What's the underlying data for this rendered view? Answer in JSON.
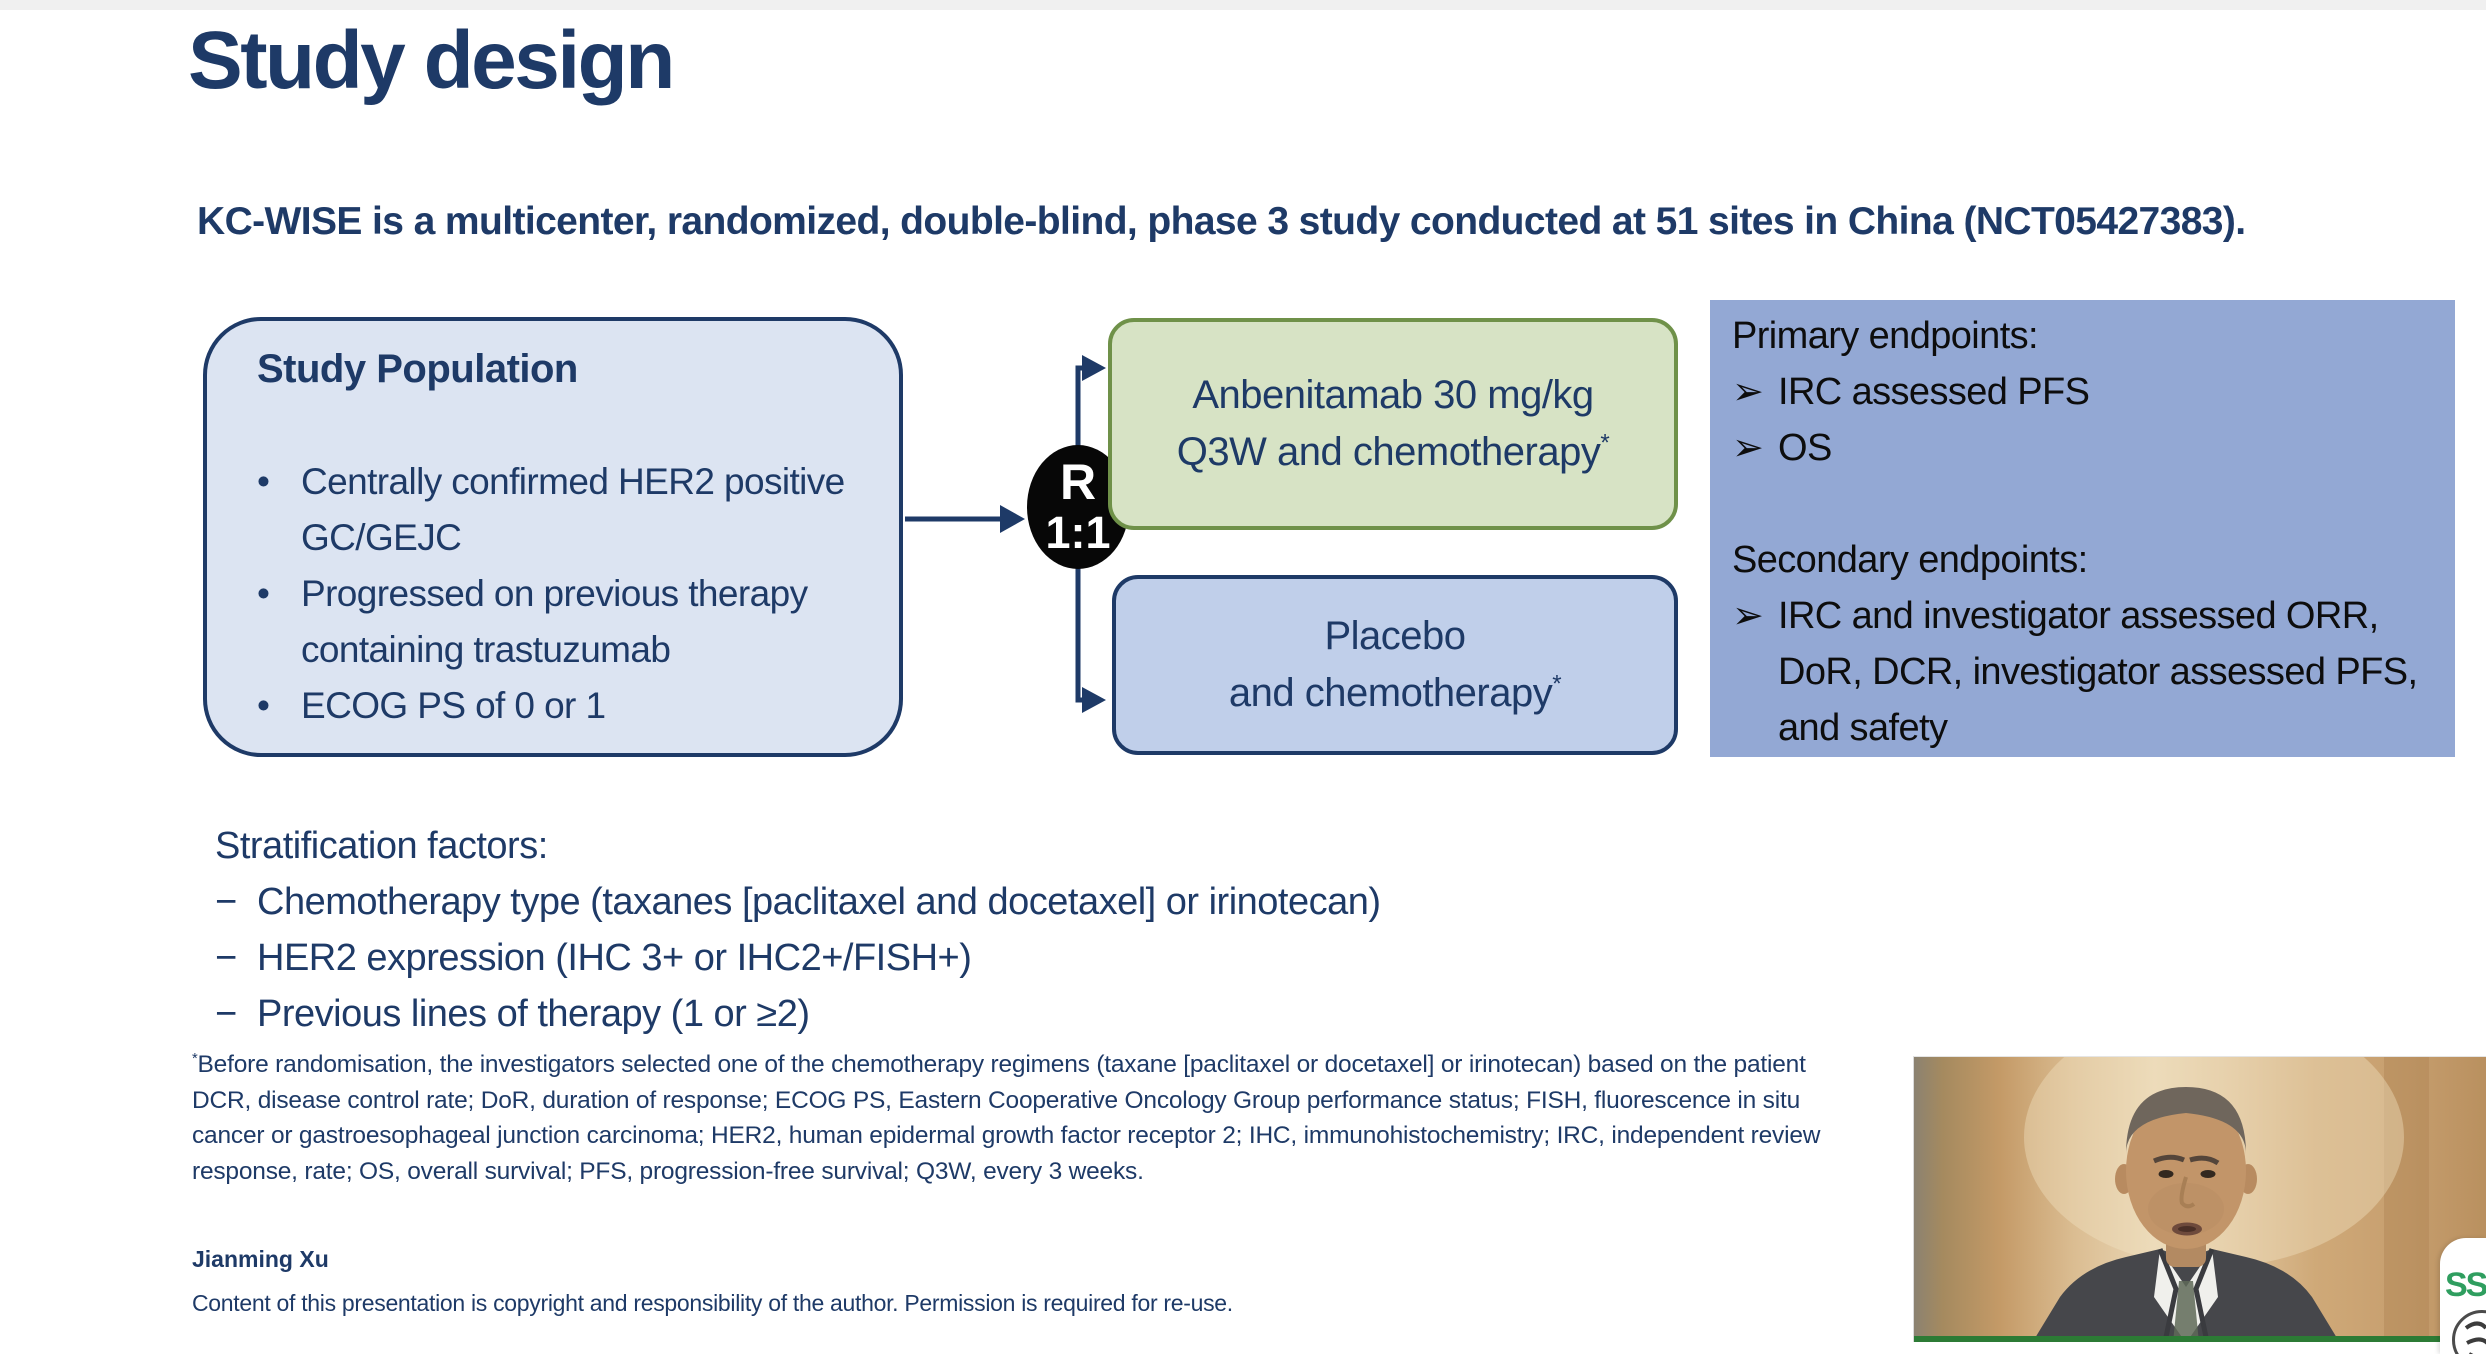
{
  "colors": {
    "navy_text": "#1e3a67",
    "population_box_fill": "#dce4f2",
    "experimental_arm_fill": "#d7e3c5",
    "experimental_arm_border": "#6f9149",
    "control_arm_fill": "#c0cfea",
    "endpoints_panel_fill": "#93a8d4",
    "randomization_circle": "#070707",
    "webcam_bottom_border_green": "#2c7b35",
    "side_widget_text_green": "#2f9e5f"
  },
  "slide": {
    "title": "Study design",
    "subtitle": "KC-WISE is a multicenter, randomized, double-blind, phase 3 study conducted at 51 sites in China (NCT05427383).",
    "study_population": {
      "heading": "Study Population",
      "bullet_glyph": "•",
      "bullets": [
        "Centrally confirmed HER2 positive GC/GEJC",
        "Progressed on previous therapy containing trastuzumab",
        "ECOG PS of 0 or 1"
      ]
    },
    "randomization": {
      "r": "R",
      "ratio": "1:1"
    },
    "arms": {
      "experimental": {
        "line1": "Anbenitamab 30 mg/kg",
        "line2": "Q3W and chemotherapy",
        "marker": "*"
      },
      "control": {
        "line1": "Placebo",
        "line2": "and chemotherapy",
        "marker": "*"
      }
    },
    "endpoints": {
      "bullet_glyph": "➢",
      "primary_heading": "Primary endpoints:",
      "primary": [
        "IRC assessed PFS",
        "OS"
      ],
      "secondary_heading": "Secondary endpoints:",
      "secondary": [
        "IRC and investigator assessed ORR, DoR, DCR, investigator assessed PFS, and safety"
      ]
    },
    "stratification": {
      "heading": "Stratification factors:",
      "dash_glyph": "−",
      "items": [
        "Chemotherapy type (taxanes [paclitaxel and docetaxel] or irinotecan)",
        "HER2 expression (IHC 3+ or IHC2+/FISH+)",
        "Previous lines of therapy (1 or ≥2)"
      ]
    },
    "footnote": {
      "marker": "*",
      "line1": "Before randomisation, the investigators selected one of the chemotherapy regimens (taxane [paclitaxel or docetaxel] or irinotecan) based on the patient",
      "line2": "DCR, disease control rate; DoR, duration of response; ECOG PS, Eastern Cooperative Oncology Group performance status; FISH, fluorescence in situ",
      "line3": "cancer or gastroesophageal junction carcinoma; HER2, human epidermal growth factor receptor 2; IHC, immunohistochemistry; IRC, independent review",
      "line4": "response, rate; OS, overall survival; PFS, progression-free survival; Q3W, every 3 weeks."
    },
    "author": "Jianming Xu",
    "copyright": "Content of this presentation is copyright and responsibility of the author. Permission is required for re-use."
  },
  "side_widget": {
    "partial_text": "SS"
  }
}
